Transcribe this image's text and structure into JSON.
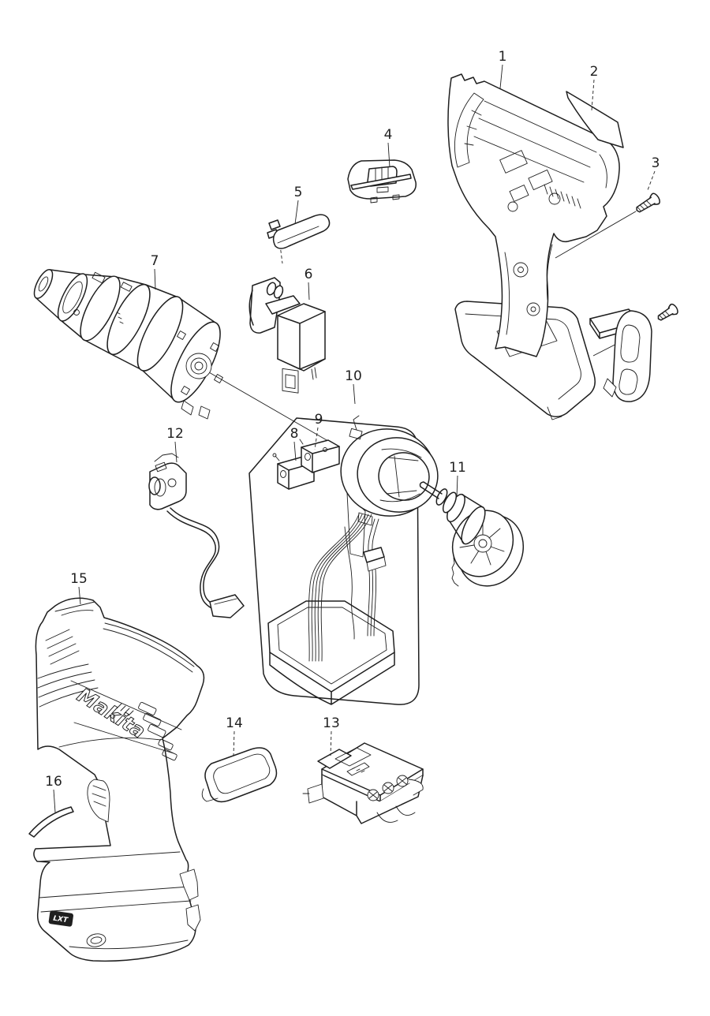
{
  "page": {
    "background": "#ffffff",
    "ink": "#1f1f1f"
  },
  "branding": {
    "logo_text": "Makita",
    "battery_badge_text": "LXT"
  },
  "callouts": [
    {
      "label": "1"
    },
    {
      "label": "2"
    },
    {
      "label": "3"
    },
    {
      "label": "4"
    },
    {
      "label": "5"
    },
    {
      "label": "6"
    },
    {
      "label": "7"
    },
    {
      "label": "8"
    },
    {
      "label": "9"
    },
    {
      "label": "10"
    },
    {
      "label": "11"
    },
    {
      "label": "12"
    },
    {
      "label": "13"
    },
    {
      "label": "14"
    },
    {
      "label": "15"
    },
    {
      "label": "16"
    }
  ]
}
